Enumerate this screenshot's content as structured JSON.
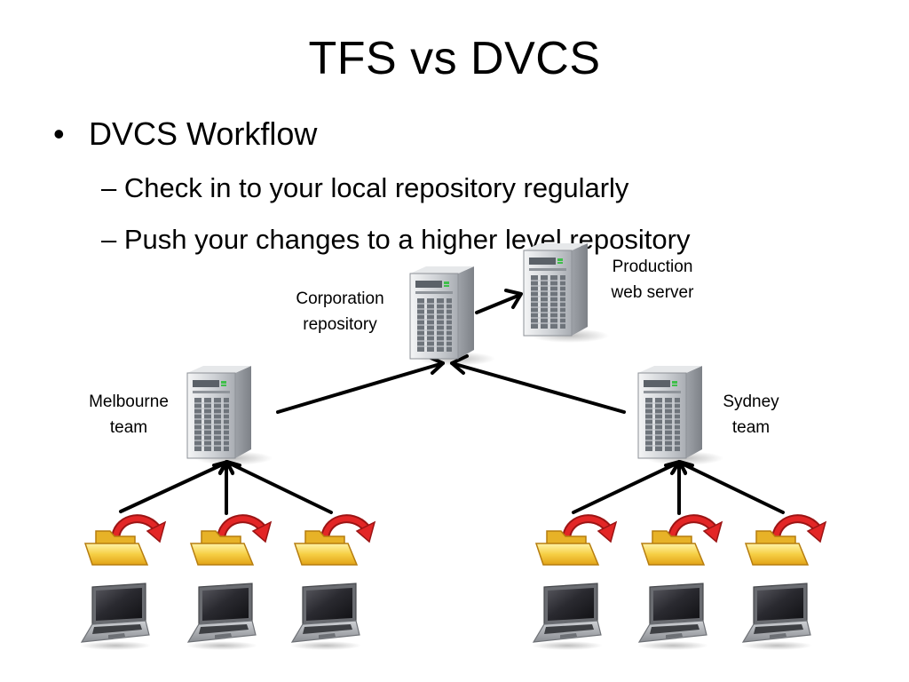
{
  "slide": {
    "title": "TFS vs DVCS",
    "bullet": {
      "symbol": "•",
      "text": "DVCS Workflow"
    },
    "sub_bullets": [
      "– Check in to your local repository regularly",
      "– Push your changes to a higher level repository"
    ]
  },
  "diagram": {
    "labels": {
      "corporation": [
        "Corporation",
        "repository"
      ],
      "production": [
        "Production",
        "web server"
      ],
      "melbourne": [
        "Melbourne",
        "team"
      ],
      "sydney": [
        "Sydney",
        "team"
      ]
    },
    "servers": [
      "corporation-repository",
      "production-web-server",
      "melbourne-team-repository",
      "sydney-team-repository"
    ],
    "developer_stations_per_team": 3,
    "icons": [
      "server-icon",
      "folder-icon",
      "push-arrow-icon",
      "laptop-icon"
    ],
    "colors": {
      "arrow": "#000000",
      "folder": "#f2c232",
      "push_arrow": "#d81f1f",
      "server_body": "#c9ccd0",
      "laptop_screen": "#2b2b31"
    }
  }
}
